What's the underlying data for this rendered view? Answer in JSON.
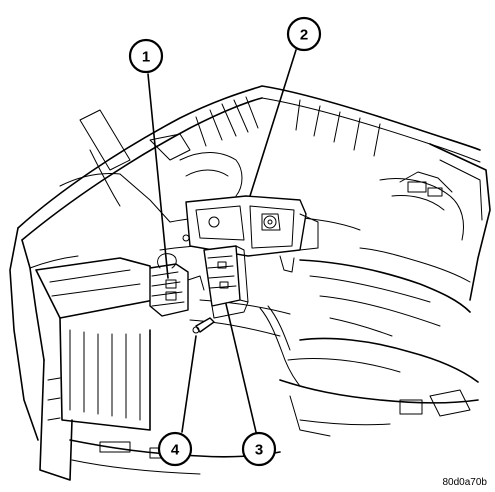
{
  "callouts": [
    {
      "label": "1"
    },
    {
      "label": "2"
    },
    {
      "label": "3"
    },
    {
      "label": "4"
    }
  ],
  "reference_code": "80d0a70b"
}
